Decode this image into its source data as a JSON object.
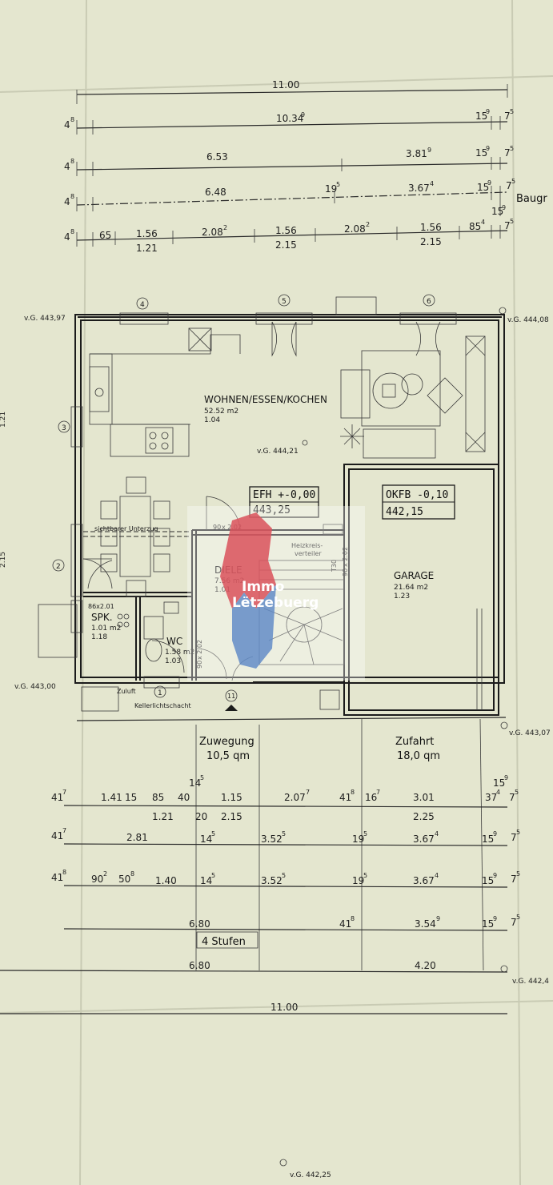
{
  "dims": {
    "row1": {
      "total": "11.00"
    },
    "row2": {
      "a": "10.34",
      "a_sup": "9",
      "b": "15",
      "b_sup": "9",
      "edge_l": "4",
      "edge_l_sup": "8",
      "edge_r": "7",
      "edge_r_sup": "5"
    },
    "row3": {
      "a": "6.53",
      "b": "3.81",
      "b_sup": "9",
      "c": "15",
      "c_sup": "9",
      "edge_l": "4",
      "edge_l_sup": "8",
      "edge_r": "7",
      "edge_r_sup": "5"
    },
    "row4": {
      "a": "6.48",
      "b": "19",
      "b_sup": "5",
      "c": "3.67",
      "c_sup": "4",
      "d": "15",
      "d_sup": "9",
      "e": "15",
      "e_sup": "9",
      "edge_l": "4",
      "edge_l_sup": "8",
      "edge_r": "7",
      "edge_r_sup": "5",
      "note": "Baugr"
    },
    "row5": {
      "a": "65",
      "b": "1.56",
      "c": "2.08",
      "c_sup": "2",
      "d": "1.56",
      "e": "2.08",
      "e_sup": "2",
      "f": "1.56",
      "g": "85",
      "g_sup": "4",
      "h": "1.21",
      "i": "2.15",
      "j": "2.15",
      "edge_l": "4",
      "edge_l_sup": "8",
      "edge_r": "7",
      "edge_r_sup": "5"
    },
    "bottom1": {
      "a": "41",
      "a_sup": "7",
      "b": "1.41",
      "c": "15",
      "d": "85",
      "e": "40",
      "f": "1.15",
      "g": "2.07",
      "g_sup": "7",
      "h": "41",
      "h_sup": "8",
      "i": "16",
      "i_sup": "7",
      "j": "3.01",
      "k": "37",
      "k_sup": "4",
      "l": "7",
      "l_sup": "5",
      "m": "1.21",
      "n": "20",
      "o": "2.15",
      "p": "2.25",
      "q": "14",
      "q_sup": "5",
      "r": "15",
      "r_sup": "9"
    },
    "bottom2": {
      "a": "41",
      "a_sup": "7",
      "b": "2.81",
      "c": "14",
      "c_sup": "5",
      "d": "3.52",
      "d_sup": "5",
      "e": "19",
      "e_sup": "5",
      "f": "3.67",
      "f_sup": "4",
      "g": "15",
      "g_sup": "9",
      "h": "7",
      "h_sup": "5"
    },
    "bottom3": {
      "a": "41",
      "a_sup": "8",
      "b": "90",
      "b_sup": "2",
      "c": "50",
      "c_sup": "8",
      "d": "1.40",
      "e": "14",
      "e_sup": "5",
      "f": "3.52",
      "f_sup": "5",
      "g": "19",
      "g_sup": "5",
      "h": "3.67",
      "h_sup": "4",
      "i": "15",
      "i_sup": "9",
      "j": "7",
      "j_sup": "5"
    },
    "bottom4": {
      "a": "6.80",
      "b": "41",
      "b_sup": "8",
      "c": "3.54",
      "c_sup": "9",
      "d": "15",
      "d_sup": "9",
      "e": "7",
      "e_sup": "5"
    },
    "bottom5": {
      "a": "6.80",
      "b": "4.20"
    },
    "bottom6": {
      "total": "11.00"
    }
  },
  "axes": [
    "1",
    "2",
    "3",
    "4",
    "5",
    "6",
    "11"
  ],
  "levels": {
    "tl": "v.G. 443,97",
    "tr": "v.G. 444,08",
    "living": "v.G. 444,21",
    "bl": "v.G. 443,00",
    "br": "v.G. 443,07",
    "br2": "v.G. 442,4",
    "bottom": "v.G. 442,25"
  },
  "rooms": {
    "living": {
      "name": "WOHNEN/ESSEN/KOCHEN",
      "area": "52.52 m2",
      "code": "1.04"
    },
    "hall": {
      "name": "DIELE",
      "area": "7.56 m2",
      "code": "1.01"
    },
    "wc": {
      "name": "WC",
      "area": "1.58 m2",
      "code": "1.03"
    },
    "spk": {
      "name": "SPK.",
      "area": "1.01 m2",
      "code": "1.18"
    },
    "garage": {
      "name": "GARAGE",
      "area": "21.64 m2",
      "code": "1.23"
    }
  },
  "boxes": {
    "efh_label": "EFH +-0,00",
    "efh_value": "443,25",
    "okfb_label": "OKFB -0,10",
    "okfb_value": "442,15"
  },
  "notes": {
    "unterzug": "sichtbarer Unterzug",
    "heiz": "Heizkreis-",
    "heiz2": "verteiler",
    "t30": "T30",
    "door1": "90",
    "door1b": "x 2.02",
    "door2": "90",
    "door2b": "x 2.02",
    "door3": "90",
    "door3b": "x 2.02",
    "door4": "86x2.01",
    "zuluft": "Zuluft",
    "kellerlicht": "Kellerlichtschacht",
    "stufen": "4 Stufen",
    "left_num1": "1.21",
    "left_num2": "2.15"
  },
  "outside": {
    "zuwegung": "Zuwegung",
    "zuwegung_area": "10,5 qm",
    "zufahrt": "Zufahrt",
    "zufahrt_area": "18,0 qm"
  },
  "watermark": {
    "line1": "Immo",
    "line2": "Lëtzebuerg"
  }
}
